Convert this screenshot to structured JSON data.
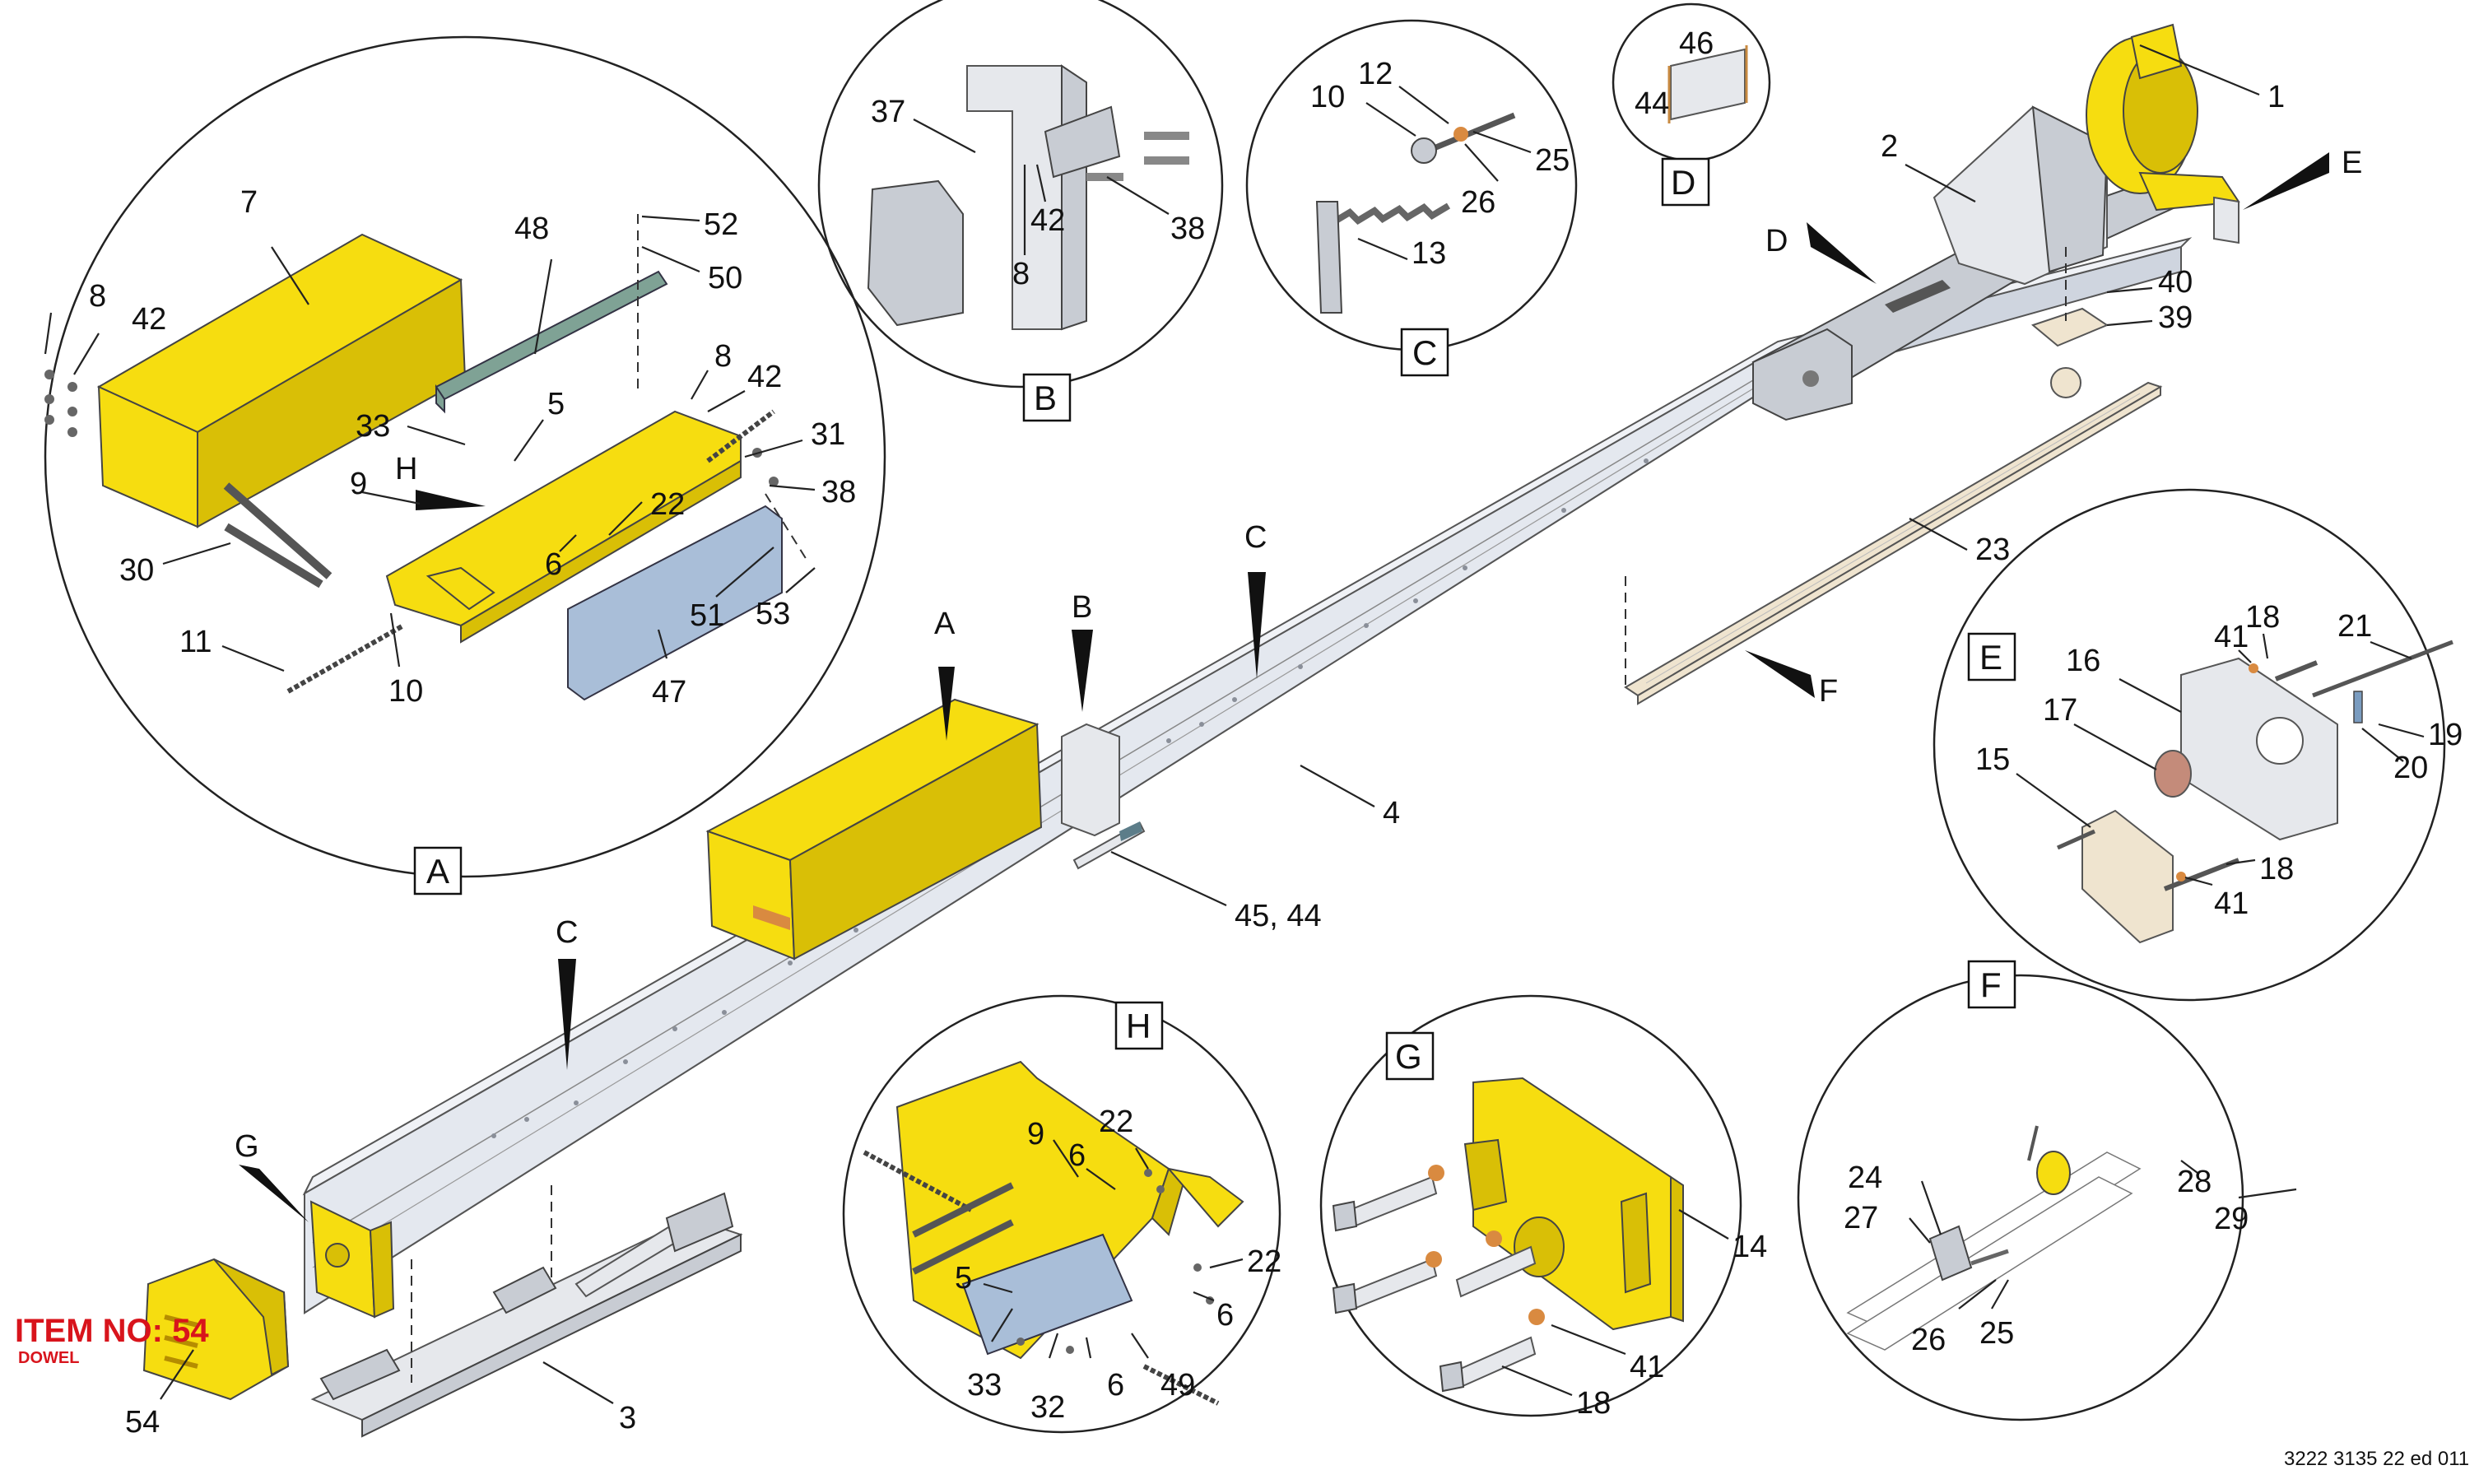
{
  "callouts": {
    "main": {
      "c1": "1",
      "c2": "2",
      "c3": "3",
      "c4": "4",
      "c23": "23",
      "c39": "39",
      "c40": "40",
      "c45_44": "45, 44",
      "c54": "54"
    },
    "flags": {
      "A": "A",
      "B": "B",
      "C1": "C",
      "C2": "C",
      "D": "D",
      "E": "E",
      "F": "F",
      "G": "G",
      "H": "H"
    },
    "detail_a": {
      "title": "A",
      "n7": "7",
      "n8": "8",
      "n42": "42",
      "n48": "48",
      "n52": "52",
      "n50": "50",
      "n8b": "8",
      "n42b": "42",
      "n33": "33",
      "n5": "5",
      "n31": "31",
      "n38": "38",
      "n9": "9",
      "nH": "H",
      "n22": "22",
      "n6": "6",
      "n30": "30",
      "n51": "51",
      "n53": "53",
      "n11": "11",
      "n10": "10",
      "n47": "47"
    },
    "detail_b": {
      "title": "B",
      "n37": "37",
      "n42": "42",
      "n8": "8",
      "n38": "38"
    },
    "detail_c": {
      "title": "C",
      "n10": "10",
      "n12": "12",
      "n25": "25",
      "n26": "26",
      "n13": "13"
    },
    "detail_d": {
      "title": "D",
      "n46": "46",
      "n44": "44"
    },
    "detail_e": {
      "title": "E",
      "n18": "18",
      "n41": "41",
      "n21": "21",
      "n16": "16",
      "n17": "17",
      "n19": "19",
      "n20": "20",
      "n15": "15",
      "n18b": "18",
      "n41b": "41"
    },
    "detail_f": {
      "title": "F",
      "n24": "24",
      "n27": "27",
      "n28": "28",
      "n29": "29",
      "n26": "26",
      "n25": "25"
    },
    "detail_g": {
      "title": "G",
      "n14": "14",
      "n41": "41",
      "n18": "18"
    },
    "detail_h": {
      "title": "H",
      "n9": "9",
      "n22": "22",
      "n6": "6",
      "n22b": "22",
      "n6b": "6",
      "n5": "5",
      "n33": "33",
      "n32": "32",
      "n6c": "6",
      "n49": "49"
    }
  },
  "item_note": {
    "heading": "ITEM NO: 54",
    "sub": "DOWEL"
  },
  "footer_ref": "3222 3135 22 ed 011",
  "colors": {
    "yellow": "#f6dd10",
    "beam": "#e4e8ef",
    "green_part": "#7fa295",
    "blue_part": "#a9bed8",
    "note_red": "#d8141c"
  }
}
